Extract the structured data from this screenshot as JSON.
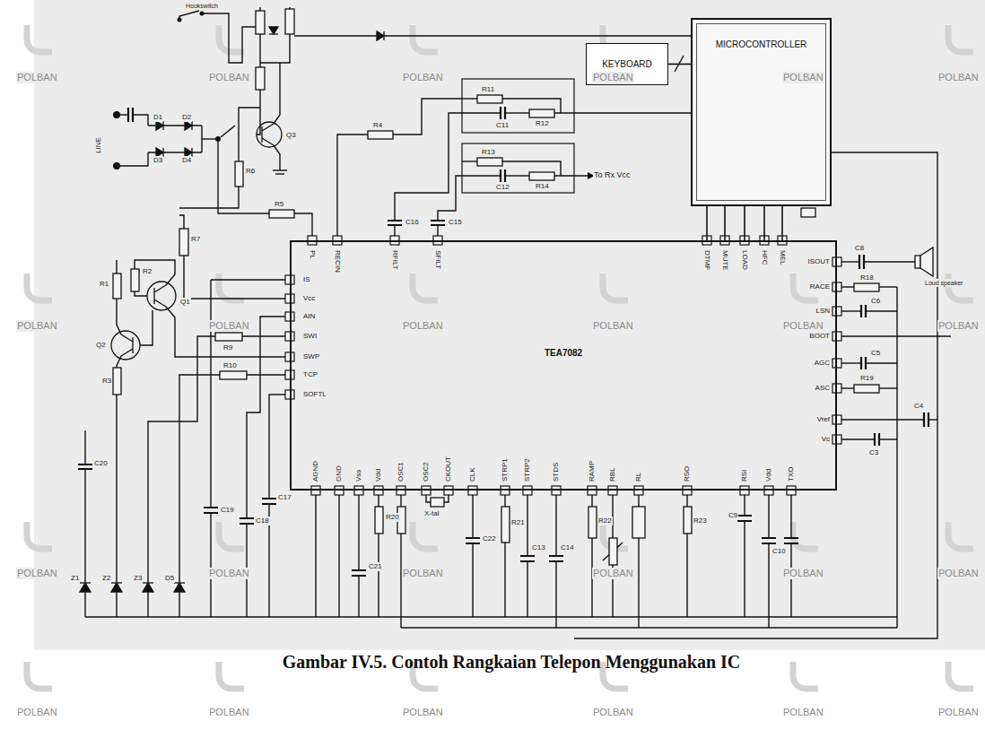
{
  "diagram": {
    "caption": "Gambar IV.5. Contoh Rangkaian Telepon Menggunakan IC",
    "nodes": [
      {
        "text": [
          "KEYBOARD"
        ]
      },
      {
        "text": [
          "MICROCONTROLLER"
        ]
      },
      {
        "text": [
          "TEA7082"
        ]
      }
    ],
    "edges": [
      {
        "from": 0,
        "to": 1,
        "arrow": "none"
      },
      {
        "from": 1,
        "to": 2,
        "arrow": "none"
      },
      {
        "from": 1,
        "to": 2,
        "arrow": "none"
      },
      {
        "from": 1,
        "to": 2,
        "arrow": "none"
      },
      {
        "from": 1,
        "to": 2,
        "arrow": "none"
      },
      {
        "from": 1,
        "to": 2,
        "arrow": "none"
      }
    ],
    "labels": [
      "POLBAN",
      "POLBAN",
      "POLBAN",
      "POLBAN",
      "POLBAN",
      "POLBAN",
      "POLBAN",
      "POLBAN",
      "POLBAN",
      "POLBAN",
      "POLBAN",
      "POLBAN",
      "POLBAN",
      "POLBAN",
      "POLBAN",
      "POLBAN",
      "POLBAN",
      "POLBAN",
      "POLBAN",
      "POLBAN",
      "POLBAN",
      "POLBAN",
      "POLBAN",
      "POLBAN",
      "IS",
      "Vcc",
      "AIN",
      "SWI",
      "SWP",
      "TCP",
      "SOFTL",
      "PL",
      "RECIN",
      "RFILT",
      "SFILT",
      "DTMF",
      "MUTE",
      "LOAD",
      "HFC",
      "MEL",
      "ISOUT",
      "RACE",
      "LSN",
      "BOOT",
      "AGC",
      "ASC",
      "Vref",
      "Vc",
      "AGND",
      "GND",
      "Vss",
      "Vdd",
      "OSC1",
      "OSC2",
      "CKOUT",
      "CLK",
      "STRP1",
      "STRP2",
      "STDS",
      "RAMP",
      "RBL",
      "RL",
      "RSO",
      "RSI",
      "Vdd",
      "TXO",
      "LINE",
      "Hookswitch",
      "D1",
      "D2",
      "D3",
      "D4",
      "Q3",
      "R1",
      "R2",
      "R3",
      "Q1",
      "Q2",
      "R4",
      "R5",
      "R6",
      "R7",
      "R9",
      "R10",
      "R11",
      "C11",
      "R12",
      "R13",
      "C12",
      "R14",
      "To Rx Vcc",
      "C16",
      "C15",
      "Z1",
      "Z2",
      "Z3",
      "D5",
      "C20",
      "C19",
      "C18",
      "C17",
      "C21",
      "R20",
      "X-tal",
      "C22",
      "R21",
      "C13",
      "C14",
      "R22",
      "R23",
      "C9",
      "C10",
      "C8",
      "R18",
      "C6",
      "C5",
      "R19",
      "C4",
      "C3",
      "Loud speaker"
    ]
  }
}
